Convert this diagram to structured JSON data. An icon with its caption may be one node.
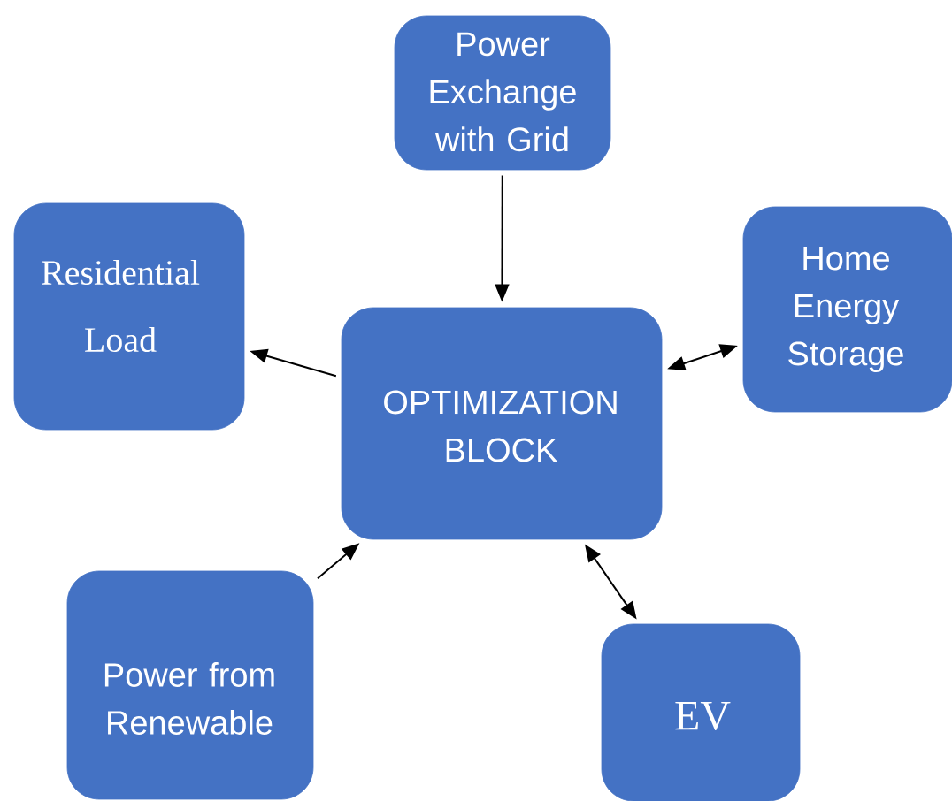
{
  "diagram": {
    "nodes": [
      {
        "text": [
          "Power Exchange with Grid"
        ]
      },
      {
        "text": [
          "Residential Load"
        ]
      },
      {
        "text": [
          "Home Energy Storage"
        ]
      },
      {
        "text": [
          "OPTIMIZATION BLOCK"
        ]
      },
      {
        "text": [
          "Power from Renewable"
        ]
      },
      {
        "text": [
          "EV"
        ]
      }
    ],
    "edges": [
      {
        "from": 0,
        "to": 3,
        "arrow": "to"
      },
      {
        "from": 3,
        "to": 1,
        "arrow": "to"
      },
      {
        "from": 3,
        "to": 2,
        "arrow": "both"
      },
      {
        "from": 4,
        "to": 3,
        "arrow": "to"
      },
      {
        "from": 3,
        "to": 5,
        "arrow": "both"
      }
    ]
  }
}
